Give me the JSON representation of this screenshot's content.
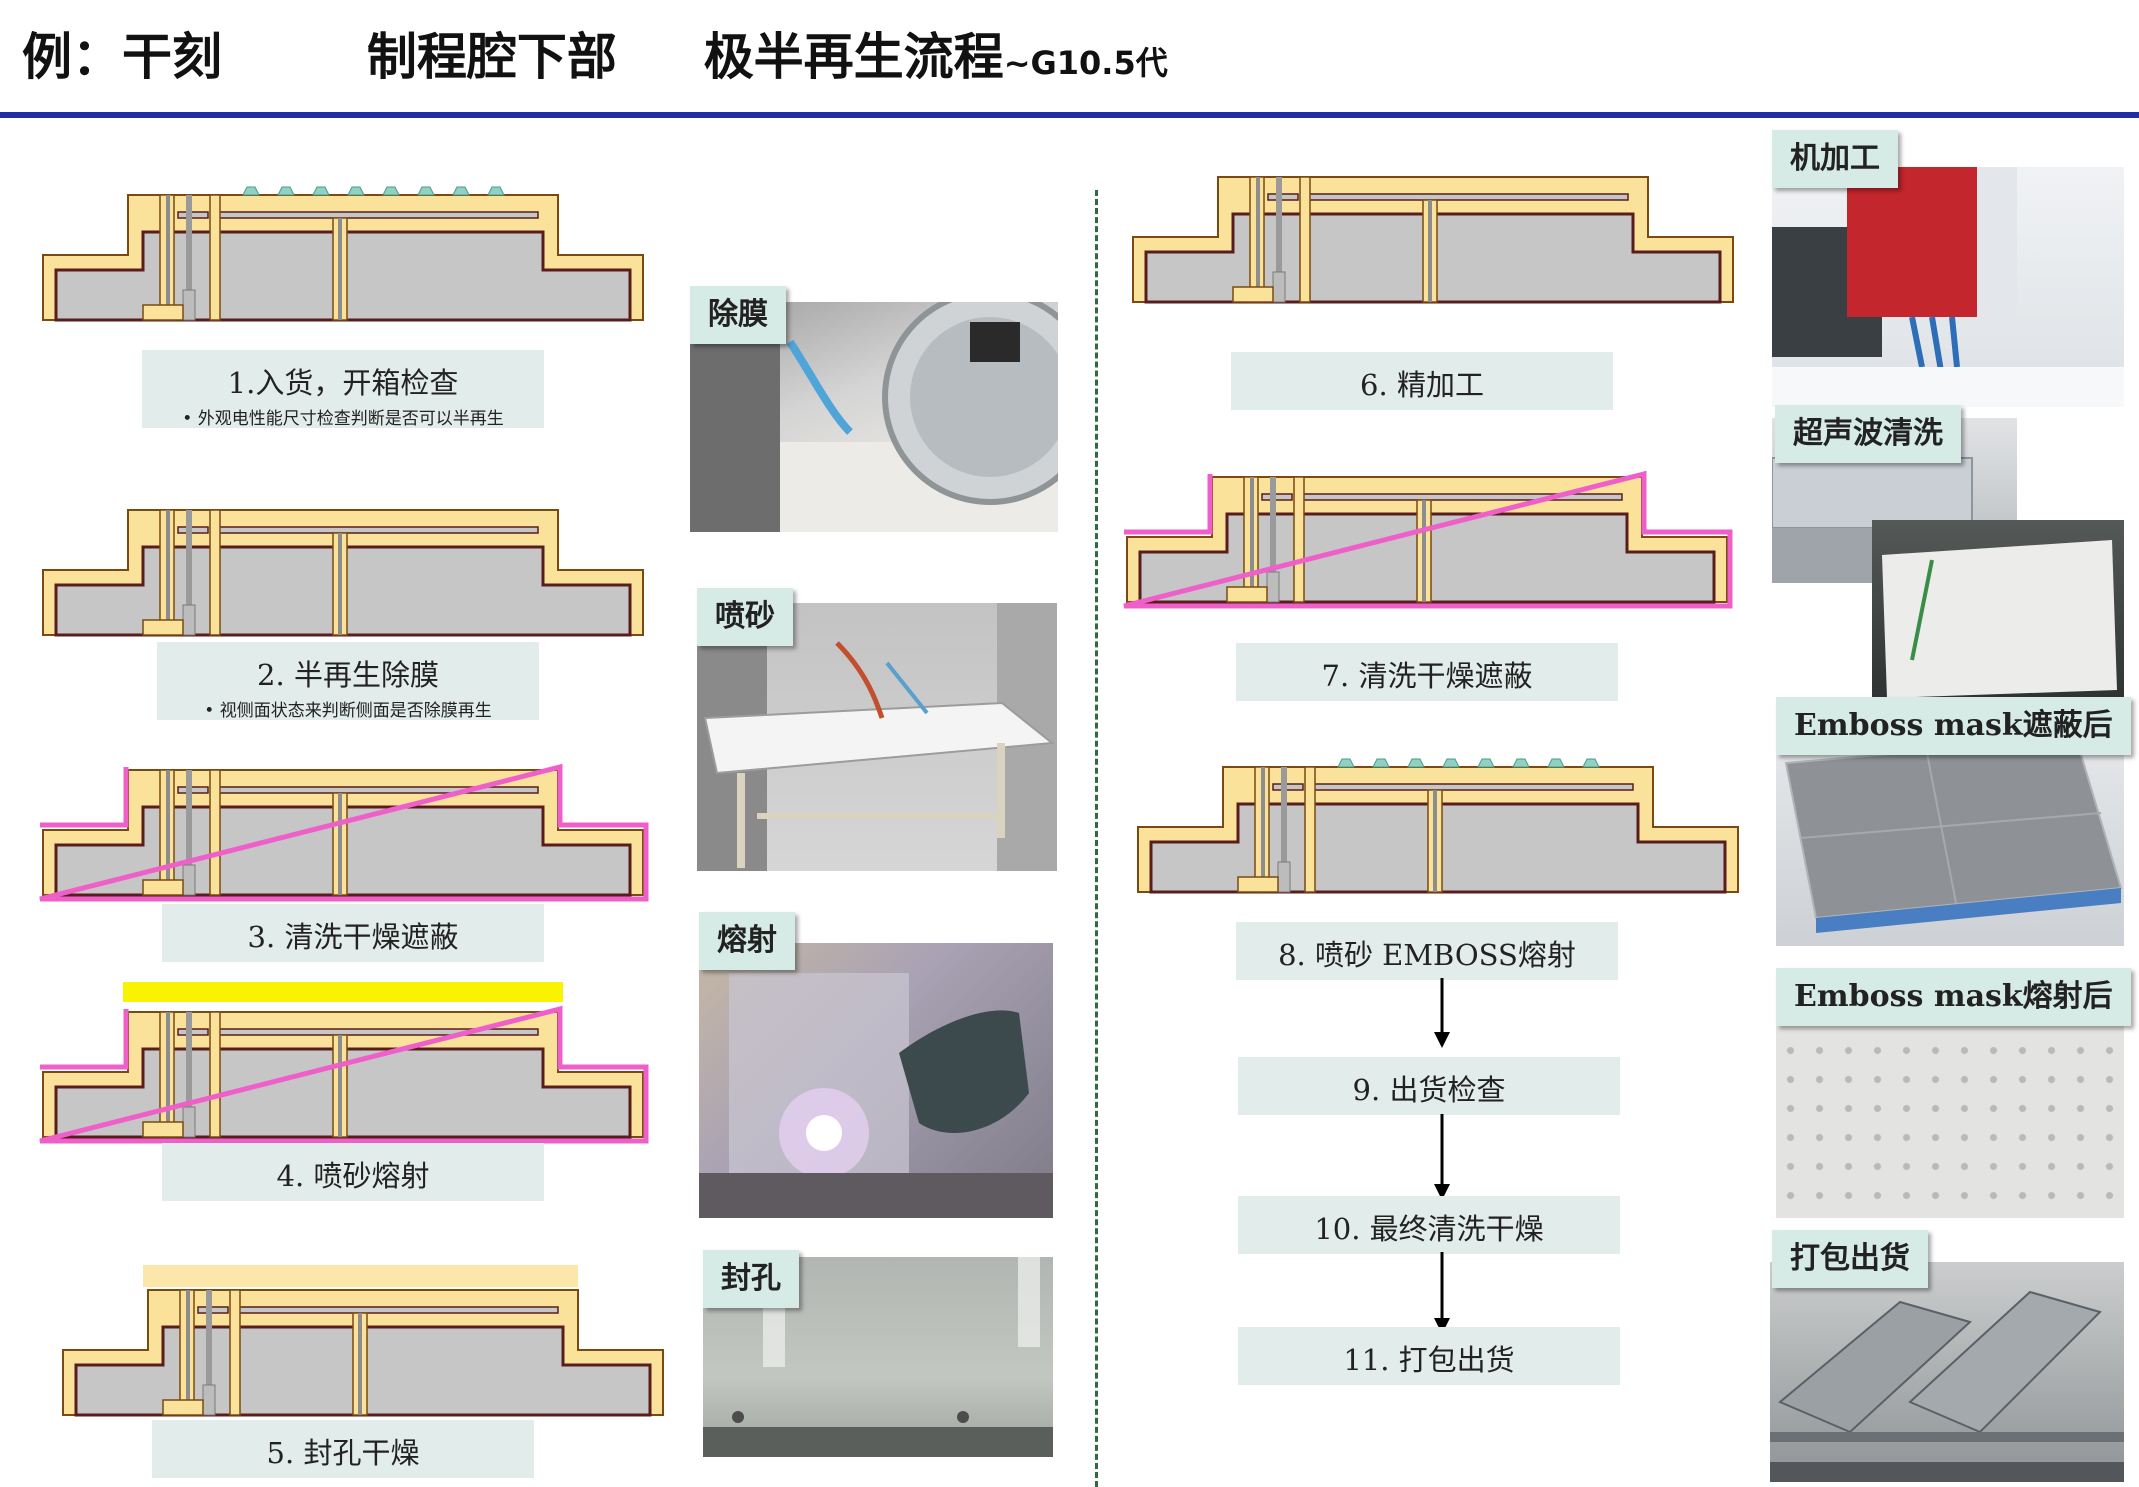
{
  "header": {
    "title_part1": "例：干刻",
    "title_part2": "制程腔下部",
    "title_part3": "极半再生流程",
    "title_suffix": "~G10.5代"
  },
  "colors": {
    "header_rule": "#1f2fa3",
    "divider": "#2e6b3e",
    "base_metal": "#fbe29b",
    "metal_outline": "#7a4a10",
    "inner_fill": "#c6c6c6",
    "brown_line": "#5a1d1d",
    "mask_line": "#ef5fc9",
    "spray_layer": "#f9f200",
    "emboss_dot": "#8fd1c2",
    "caption_bg": "#e2ecea",
    "tag_bg": "#d6ebe6"
  },
  "steps_left": [
    {
      "number": "1.",
      "label": "入货，开箱检查",
      "note": "• 外观电性能尺寸检查判断是否可以半再生"
    },
    {
      "number": "2.",
      "label": "半再生除膜",
      "note": "• 视侧面状态来判断侧面是否除膜再生"
    },
    {
      "number": "3.",
      "label": "清洗干燥遮蔽",
      "note": ""
    },
    {
      "number": "4.",
      "label": "喷砂熔射",
      "note": ""
    },
    {
      "number": "5.",
      "label": "封孔干燥",
      "note": ""
    }
  ],
  "steps_right": [
    {
      "number": "6.",
      "label": "精加工"
    },
    {
      "number": "7.",
      "label": "清洗干燥遮蔽"
    },
    {
      "number": "8.",
      "label": "喷砂 EMBOSS熔射"
    },
    {
      "number": "9.",
      "label": "出货检查"
    },
    {
      "number": "10.",
      "label": "最终清洗干燥"
    },
    {
      "number": "11.",
      "label": "打包出货"
    }
  ],
  "photos_center": [
    {
      "tag": "除膜",
      "icon": "film-removal-machine-photo"
    },
    {
      "tag": "喷砂",
      "icon": "sandblasting-table-photo"
    },
    {
      "tag": "熔射",
      "icon": "thermal-spray-photo"
    },
    {
      "tag": "封孔",
      "icon": "sealing-surface-photo"
    }
  ],
  "photos_right": [
    {
      "tag": "机加工",
      "icon": "machining-photo"
    },
    {
      "tag": "超声波清洗",
      "icon": "ultrasonic-cleaning-photo"
    },
    {
      "tag": "Emboss mask遮蔽后",
      "icon": "emboss-mask-after-masking-photo"
    },
    {
      "tag": "Emboss mask熔射后",
      "icon": "emboss-mask-after-spray-photo"
    },
    {
      "tag": "打包出货",
      "icon": "packing-shipment-photo"
    }
  ]
}
